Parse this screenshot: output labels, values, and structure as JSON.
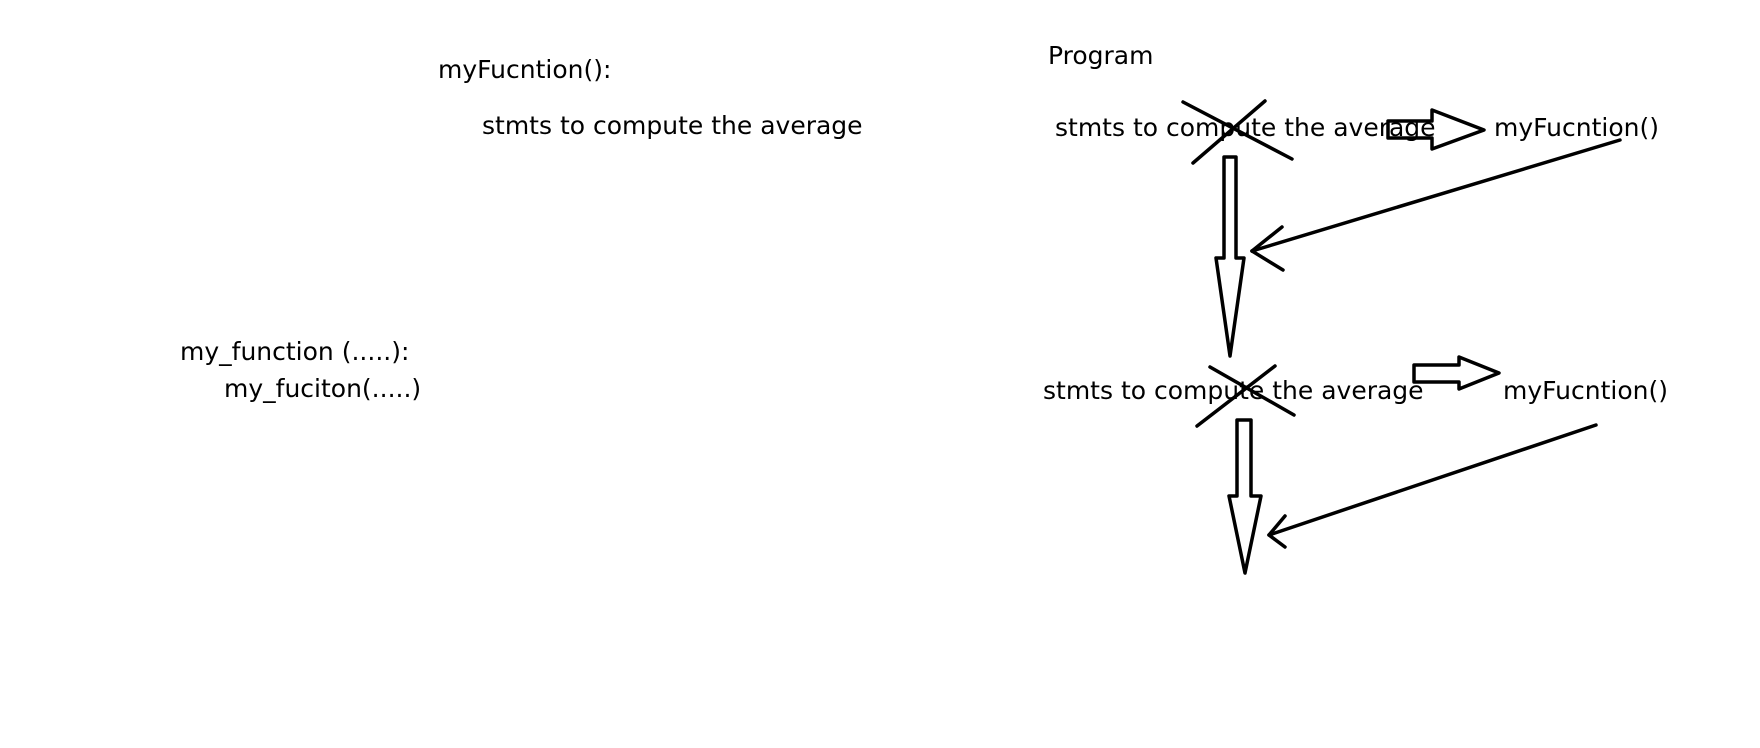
{
  "left": {
    "def_header": "myFucntion():",
    "def_body": "stmts to compute the average",
    "rec_header": "my_function (.....):",
    "rec_call": "my_fuciton(.....)"
  },
  "right": {
    "program_label": "Program",
    "row1_stmts": "stmts to compute the average",
    "row1_call": "myFucntion()",
    "row2_stmts": "stmts to compute the average",
    "row2_call": "myFucntion()"
  }
}
